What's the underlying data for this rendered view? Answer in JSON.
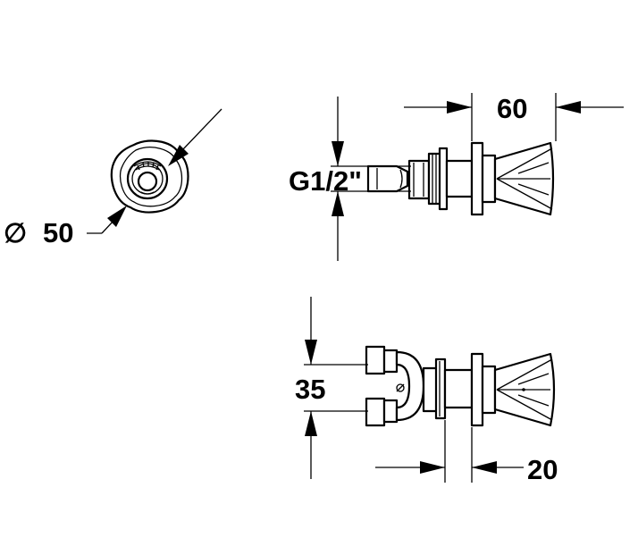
{
  "dimensions": {
    "diameter_symbol": "∅",
    "diameter_value": "50",
    "thread": "G1/2\"",
    "length_top": "60",
    "spacing": "35",
    "length_bottom": "20"
  },
  "colors": {
    "line": "#000000",
    "background": "#ffffff"
  }
}
